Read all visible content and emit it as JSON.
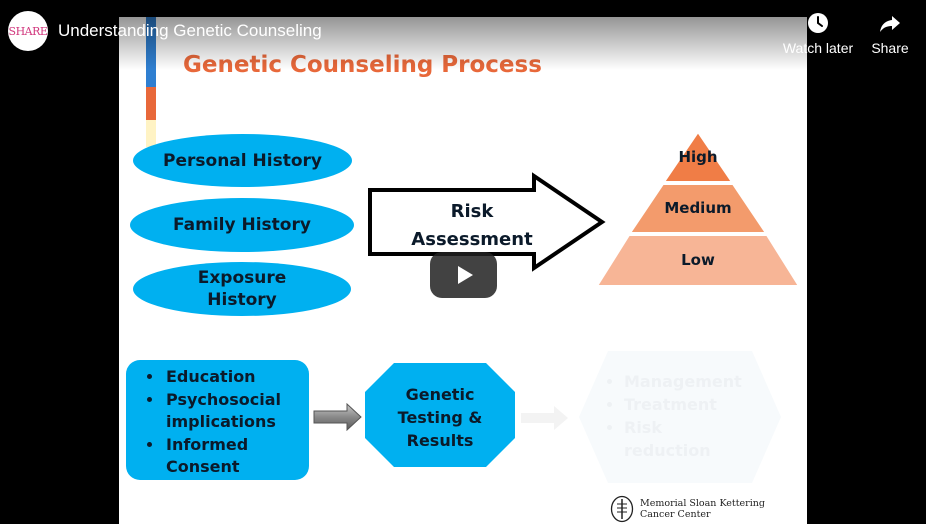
{
  "player": {
    "channel_logo": "SHARE",
    "video_title": "Understanding Genetic Counseling",
    "watch_later_label": "Watch later",
    "share_label": "Share"
  },
  "slide": {
    "title": "Genetic Counseling Process",
    "inputs": [
      "Personal History",
      "Family History",
      "Exposure History"
    ],
    "arrow_label_line1": "Risk",
    "arrow_label_line2": "Assessment",
    "pyramid": [
      "High",
      "Medium",
      "Low"
    ],
    "education_items": [
      "Education",
      "Psychosocial implications",
      "Informed Consent"
    ],
    "testing_line1": "Genetic",
    "testing_line2": "Testing &",
    "testing_line3": "Results",
    "faded_items": [
      "Management",
      "Treatment",
      "Risk reduction"
    ],
    "logo_line1": "Memorial Sloan Kettering",
    "logo_line2": "Cancer Center"
  },
  "colors": {
    "title": "#E8683A",
    "oval": "#00B0F0",
    "pyramid_high": "#F07D46",
    "pyramid_medium": "#F39B6C",
    "pyramid_low": "#F7B596",
    "accent_blue": "#2F7FD1",
    "accent_orange": "#E8683A",
    "accent_yellow": "#FFF3C4"
  },
  "icons": [
    "clock-icon",
    "share-arrow-icon",
    "play-icon",
    "msk-logo-icon"
  ]
}
